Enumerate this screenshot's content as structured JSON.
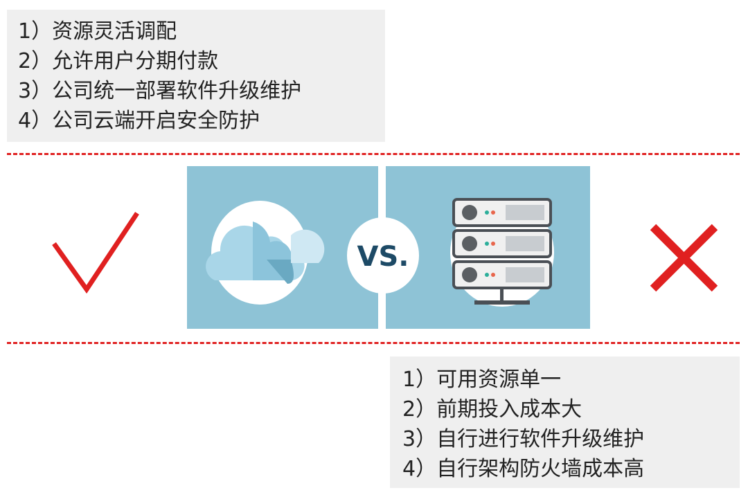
{
  "pros": [
    "1）资源灵活调配",
    "2）允许用户分期付款",
    "3）公司统一部署软件升级维护",
    "4）公司云端开启安全防护"
  ],
  "cons": [
    "1）可用资源单一",
    "2）前期投入成本大",
    "3）自行进行软件升级维护",
    "4）自行架构防火墙成本高"
  ],
  "vs_label": "VS.",
  "colors": {
    "accent": "#e02020",
    "panel": "#8ec3d6",
    "vs_text": "#1d4a66"
  }
}
